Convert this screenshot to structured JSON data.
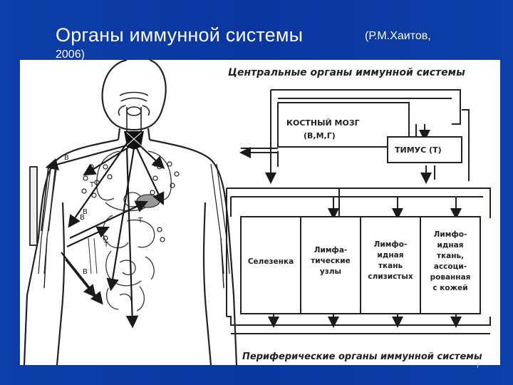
{
  "slide": {
    "title": "Органы иммунной системы",
    "author": "(Р.М.Хаитов,",
    "year": "2006)",
    "page_number": "7"
  },
  "diagram": {
    "central_header": "Центральные органы иммунной системы",
    "bone_marrow": [
      "КОСТНЫЙ МОЗГ",
      "(В,М,Г)"
    ],
    "thymus": "ТИМУС (Т)",
    "peripheral_organs": [
      [
        "Селезенка"
      ],
      [
        "Лимфа-",
        "тические",
        "узлы"
      ],
      [
        "Лимфо-",
        "идная",
        "ткань",
        "слизистых"
      ],
      [
        "Лимфо-",
        "идная",
        "ткань,",
        "ассоци-",
        "рованная",
        "с кожей"
      ]
    ],
    "peripheral_header": "Периферические органы иммунной системы",
    "body_labels": [
      "В",
      "В",
      "Т",
      "В",
      "Т",
      "В",
      "Т"
    ]
  },
  "colors": {
    "background": "#0a36a0",
    "panel": "#ffffff",
    "ink": "#1a1a1a",
    "title_text": "#ffffff"
  }
}
